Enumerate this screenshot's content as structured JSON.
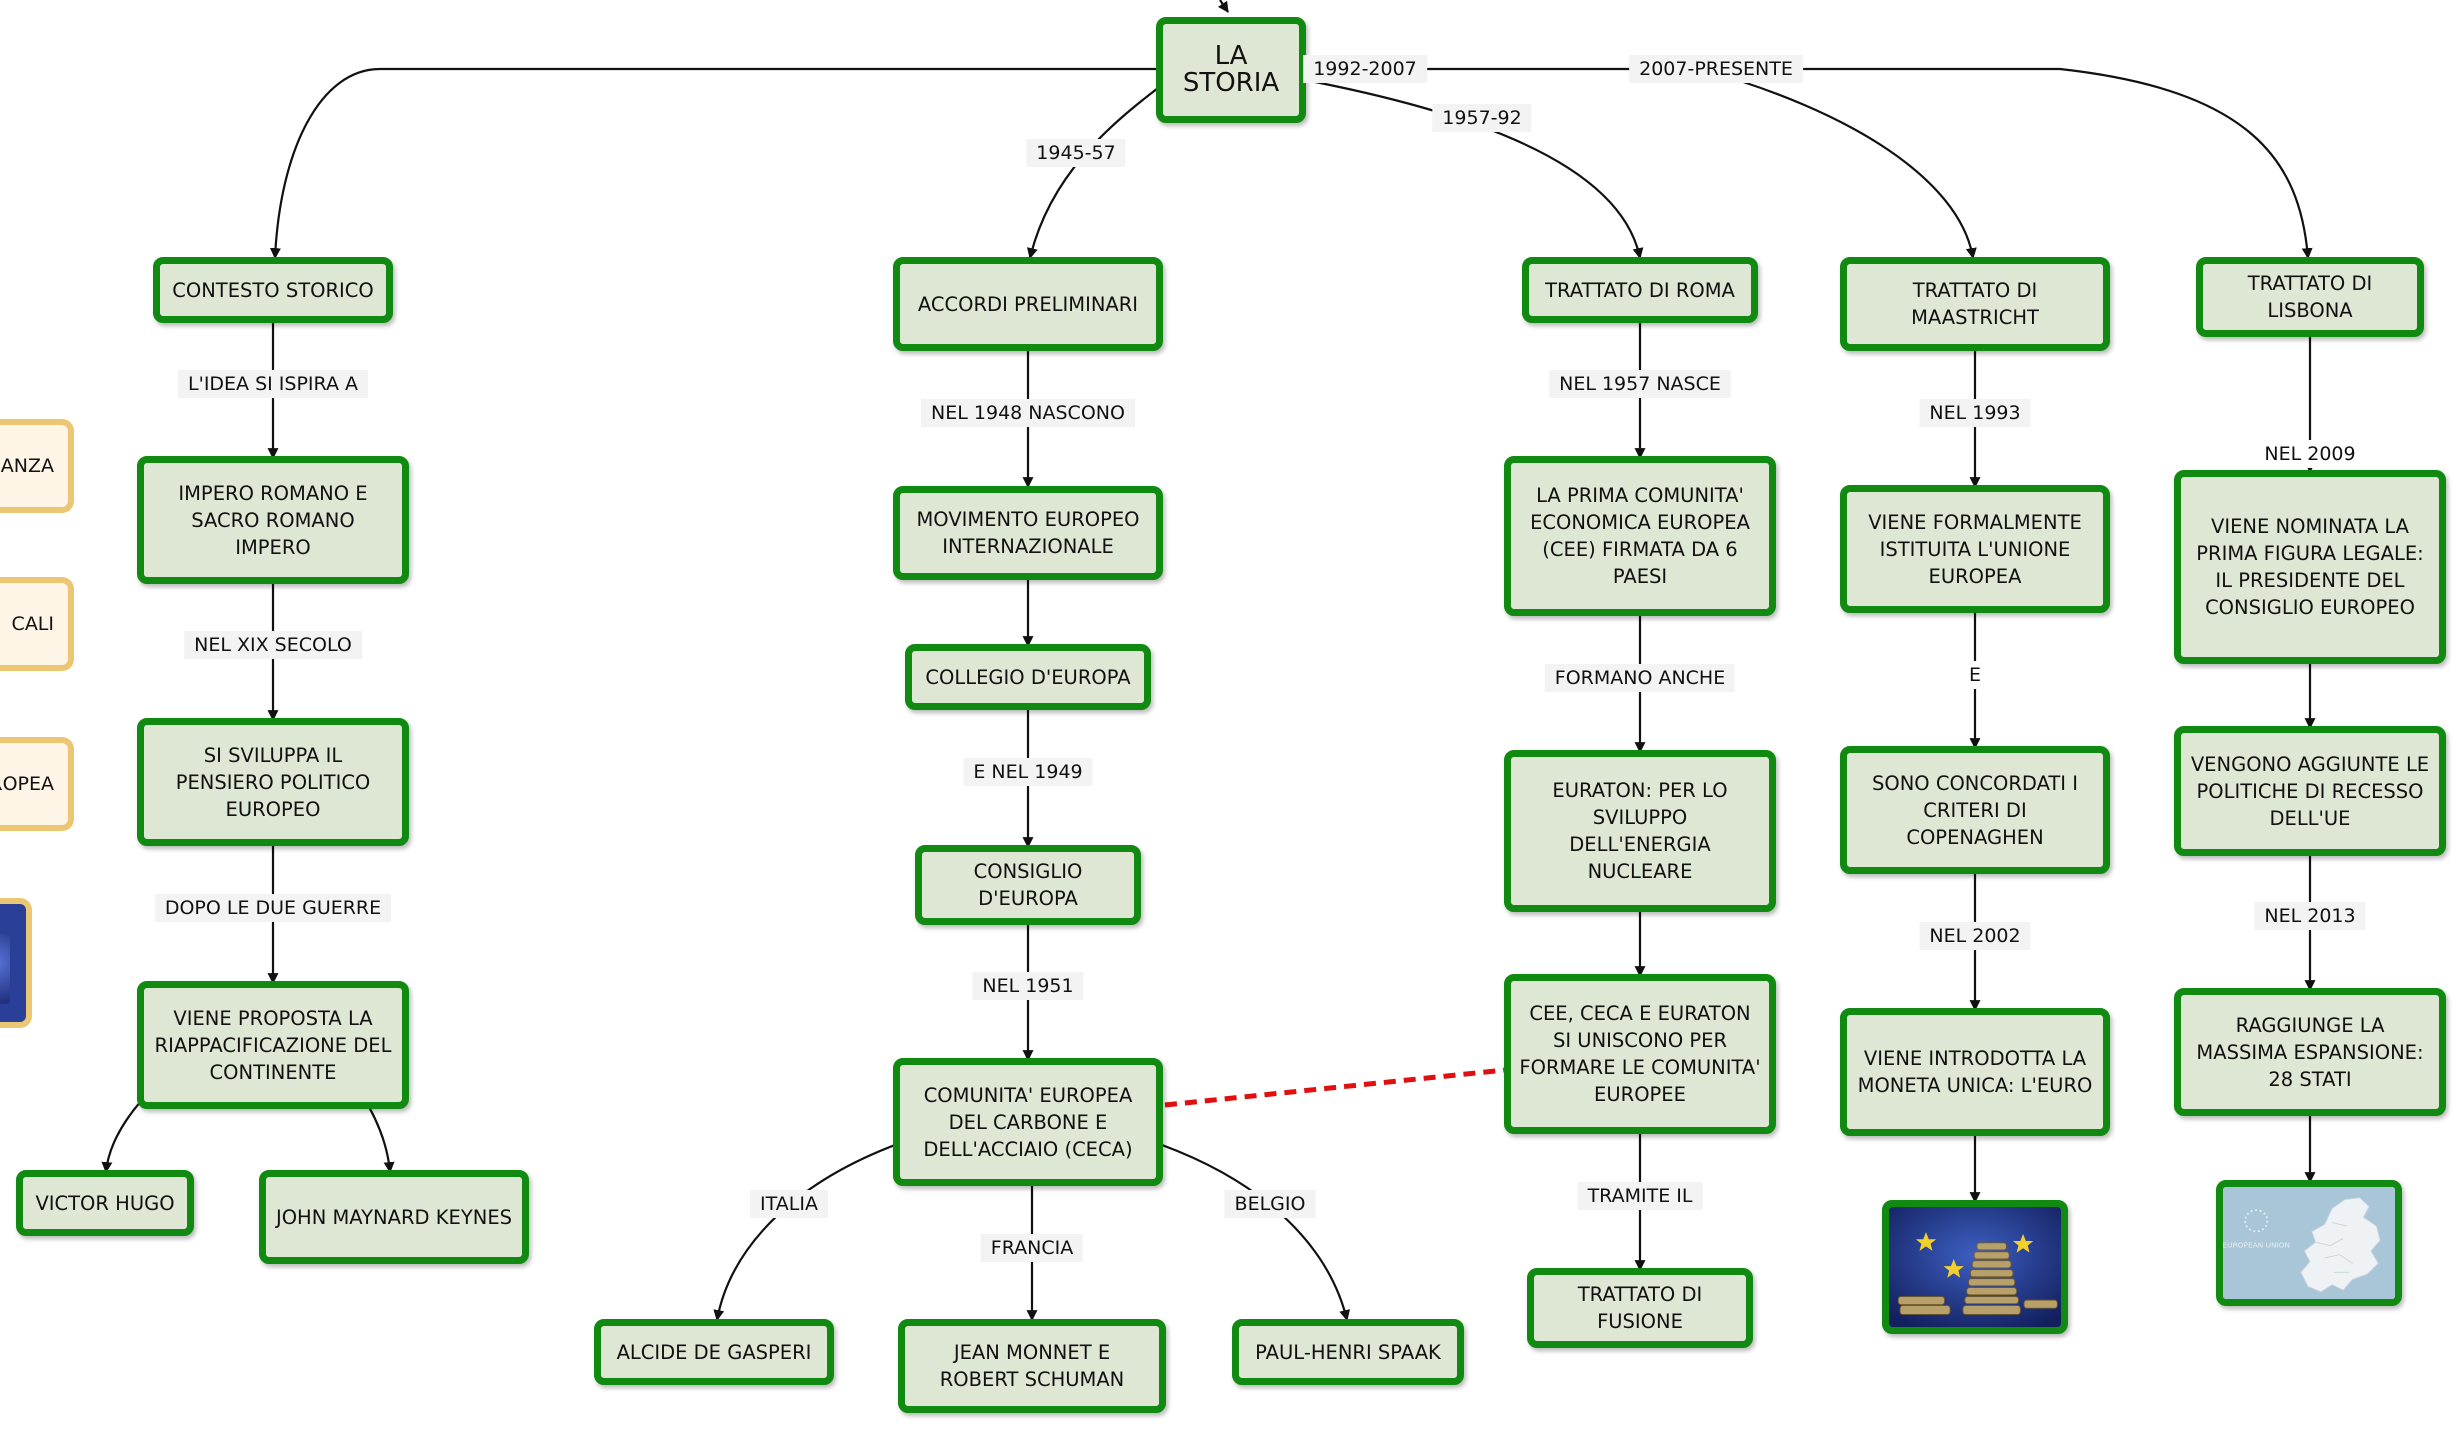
{
  "root": "LA STORIA",
  "links": {
    "l1945": "1945-57",
    "l1957": "1957-92",
    "l1992": "1992-2007",
    "l2007": "2007-PRESENTE",
    "idea": "L'IDEA SI ISPIRA A",
    "xix": "NEL XIX SECOLO",
    "dopo": "DOPO LE DUE GUERRE",
    "n1948": "NEL 1948 NASCONO",
    "e1949": "E NEL 1949",
    "n1951": "NEL 1951",
    "italia": "ITALIA",
    "francia": "FRANCIA",
    "belgio": "BELGIO",
    "n1957nasce": "NEL 1957 NASCE",
    "formano": "FORMANO ANCHE",
    "tramite": "TRAMITE IL",
    "n1993": "NEL 1993",
    "e": "E",
    "n2002": "NEL 2002",
    "n2009": "NEL 2009",
    "n2013": "NEL 2013"
  },
  "nodes": {
    "contesto": "CONTESTO STORICO",
    "impero": "IMPERO ROMANO E SACRO ROMANO IMPERO",
    "pensiero": "SI SVILUPPA IL PENSIERO POLITICO EUROPEO",
    "riappacificazione": "VIENE PROPOSTA LA RIAPPACIFICAZIONE DEL CONTINENTE",
    "hugo": "VICTOR HUGO",
    "keynes": "JOHN MAYNARD KEYNES",
    "accordi": "ACCORDI PRELIMINARI",
    "movimento": "MOVIMENTO EUROPEO INTERNAZIONALE",
    "collegio": "COLLEGIO D'EUROPA",
    "consiglio": "CONSIGLIO D'EUROPA",
    "ceca": "COMUNITA' EUROPEA DEL CARBONE E DELL'ACCIAIO (CECA)",
    "gasperi": "ALCIDE DE GASPERI",
    "monnet": "JEAN MONNET E ROBERT SCHUMAN",
    "spaak": "PAUL-HENRI SPAAK",
    "roma": "TRATTATO DI ROMA",
    "cee": "LA PRIMA COMUNITA' ECONOMICA EUROPEA (CEE) FIRMATA DA 6 PAESI",
    "euratom": "EURATON: PER LO SVILUPPO DELL'ENERGIA NUCLEARE",
    "comunita": "CEE, CECA E EURATON SI UNISCONO PER FORMARE LE COMUNITA' EUROPEE",
    "fusione": "TRATTATO DI FUSIONE",
    "maastricht": "TRATTATO DI MAASTRICHT",
    "istituita": "VIENE FORMALMENTE ISTITUITA L'UNIONE EUROPEA",
    "copenaghen": "SONO CONCORDATI I CRITERI DI COPENAGHEN",
    "euro": "VIENE INTRODOTTA LA MONETA UNICA: L'EURO",
    "lisbona": "TRATTATO DI LISBONA",
    "presidente": "VIENE NOMINATA LA PRIMA FIGURA LEGALE: IL PRESIDENTE DEL CONSIGLIO EUROPEO",
    "recesso": "VENGONO AGGIUNTE LE POLITICHE DI RECESSO DELL'UE",
    "espansione": "RAGGIUNGE LA MASSIMA ESPANSIONE: 28 STATI"
  },
  "side": {
    "s1": "IANZA",
    "s2": "CALI",
    "s3": "UROPEA"
  },
  "map_caption": "EUROPEAN UNION",
  "colors": {
    "node_fill": "#dde7d3",
    "node_border": "#118a12",
    "side_fill": "#fff5e6",
    "side_border": "#ebc774",
    "dashed_link": "#e01010"
  }
}
